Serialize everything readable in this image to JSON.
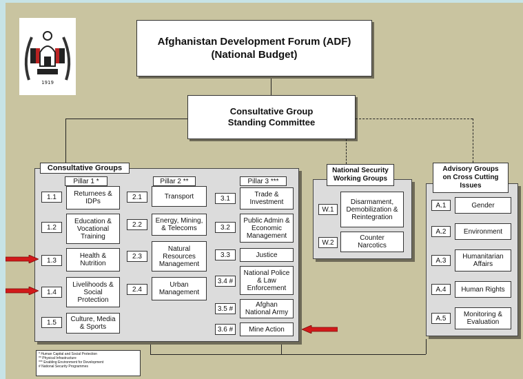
{
  "header": {
    "adf_line1": "Afghanistan Development Forum (ADF)",
    "adf_line2": "(National Budget)",
    "cg_line1": "Consultative Group",
    "cg_line2": "Standing Committee"
  },
  "consultative": {
    "title": "Consultative Groups",
    "pillar1": "Pillar 1 *",
    "pillar2": "Pillar 2 **",
    "pillar3": "Pillar 3 ***",
    "p1": [
      {
        "num": "1.1",
        "l1": "Returnees &",
        "l2": "IDPs"
      },
      {
        "num": "1.2",
        "l1": "Education &",
        "l2": "Vocational",
        "l3": "Training"
      },
      {
        "num": "1.3",
        "l1": "Health &",
        "l2": "Nutrition"
      },
      {
        "num": "1.4",
        "l1": "Livelihoods &",
        "l2": "Social",
        "l3": "Protection"
      },
      {
        "num": "1.5",
        "l1": "Culture, Media",
        "l2": "& Sports"
      }
    ],
    "p2": [
      {
        "num": "2.1",
        "l1": "Transport"
      },
      {
        "num": "2.2",
        "l1": "Energy, Mining,",
        "l2": "& Telecoms"
      },
      {
        "num": "2.3",
        "l1": "Natural",
        "l2": "Resources",
        "l3": "Management"
      },
      {
        "num": "2.4",
        "l1": "Urban",
        "l2": "Management"
      }
    ],
    "p3": [
      {
        "num": "3.1",
        "l1": "Trade &",
        "l2": "Investment"
      },
      {
        "num": "3.2",
        "l1": "Public Admin &",
        "l2": "Economic",
        "l3": "Management"
      },
      {
        "num": "3.3",
        "l1": "Justice"
      },
      {
        "num": "3.4 #",
        "l1": "National Police",
        "l2": "& Law",
        "l3": "Enforcement"
      },
      {
        "num": "3.5 #",
        "l1": "Afghan",
        "l2": "National Army"
      },
      {
        "num": "3.6 #",
        "l1": "Mine Action"
      }
    ]
  },
  "security": {
    "title1": "National Security",
    "title2": "Working Groups",
    "items": [
      {
        "num": "W.1",
        "l1": "Disarmament,",
        "l2": "Demobilization &",
        "l3": "Reintegration"
      },
      {
        "num": "W.2",
        "l1": "Counter",
        "l2": "Narcotics"
      }
    ]
  },
  "advisory": {
    "title1": "Advisory Groups",
    "title2": "on Cross Cutting",
    "title3": "Issues",
    "items": [
      {
        "num": "A.1",
        "l1": "Gender"
      },
      {
        "num": "A.2",
        "l1": "Environment"
      },
      {
        "num": "A.3",
        "l1": "Humanitarian",
        "l2": "Affairs"
      },
      {
        "num": "A.4",
        "l1": "Human Rights"
      },
      {
        "num": "A.5",
        "l1": "Monitoring &",
        "l2": "Evaluation"
      }
    ]
  },
  "legend": {
    "l1": "* Human Capital and Social Protection",
    "l2": "** Physical Infrastructure",
    "l3": "*** Enabling Environment for Development",
    "l4": "# National Security Programmes"
  },
  "emblem": {
    "text": "1919"
  },
  "colors": {
    "background": "#c9c4a0",
    "frame": "#c7e3e6",
    "panel": "#dcdcdc",
    "arrow": "#d11a1a"
  }
}
